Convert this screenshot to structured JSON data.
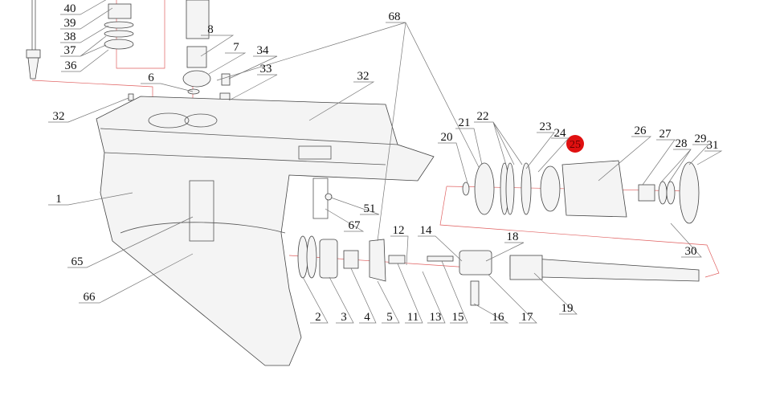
{
  "diagram": {
    "type": "exploded parts diagram - outboard lower unit gearcase",
    "highlight_color": "#e01010",
    "highlighted_part": "25",
    "labels": {
      "p40": "40",
      "p39": "39",
      "p38": "38",
      "p37": "37",
      "p36": "36",
      "p8": "8",
      "p7": "7",
      "p34": "34",
      "p33": "33",
      "p6": "6",
      "p32a": "32",
      "p32b": "32",
      "p68": "68",
      "p1": "1",
      "p65": "65",
      "p66": "66",
      "p67": "67",
      "p51": "51",
      "p20": "20",
      "p21": "21",
      "p22": "22",
      "p23": "23",
      "p24": "24",
      "p25": "25",
      "p26": "26",
      "p27": "27",
      "p28": "28",
      "p29": "29",
      "p31": "31",
      "p30": "30",
      "p12": "12",
      "p14": "14",
      "p18": "18",
      "p2": "2",
      "p3": "3",
      "p4": "4",
      "p5": "5",
      "p11": "11",
      "p13": "13",
      "p15": "15",
      "p16": "16",
      "p17": "17",
      "p19": "19"
    }
  }
}
